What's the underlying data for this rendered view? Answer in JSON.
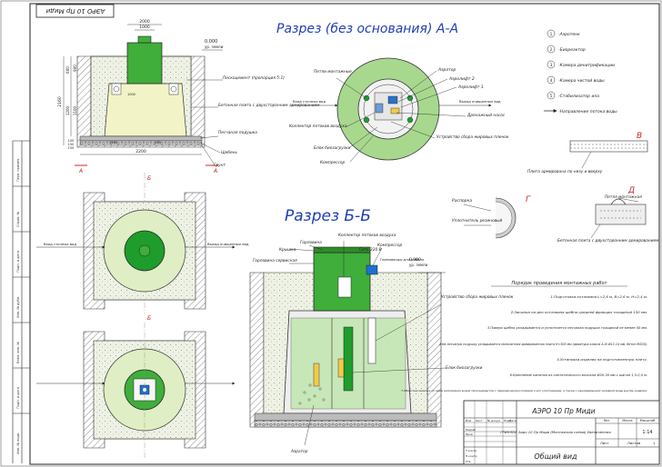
{
  "corner_stamp": "АЭРО 10 Пр Миди",
  "section_aa_title": "Разрез (без основания) А-А",
  "section_bb_title": "Разрез Б-Б",
  "legend": [
    {
      "num": "1",
      "text": "-Аэротенк"
    },
    {
      "num": "2",
      "text": "-Биореактор"
    },
    {
      "num": "3",
      "text": "-Камера денитрификации"
    },
    {
      "num": "4",
      "text": "-Камера чистой воды"
    },
    {
      "num": "5",
      "text": "-Стабилизатор ила"
    },
    {
      "num": "",
      "text": "-Направление потока воды"
    }
  ],
  "dims_left": {
    "d2000": "2000",
    "d1000": "1000",
    "d0000": "0.000",
    "d0000sub": "ур. земли",
    "d2160": "2160",
    "d1200": "1200",
    "d900": "900",
    "d600": "600",
    "d1100": "1100",
    "d100": "100",
    "d150a": "150",
    "d150b": "150",
    "d2200": "2200",
    "d1300": "1300",
    "d200": "200",
    "d1000b": "1000"
  },
  "left_callouts": {
    "sand_cement": "Пескоцемент (пропорция 5:1)",
    "concrete_slab": "Бетонная плита с двухсторонним армированием",
    "sand_cushion": "Песчаная подушка",
    "gravel": "Щебень",
    "soil": "Грунт"
  },
  "aa_labels": {
    "loops": "Петли монтажные",
    "aerator": "Аэратор",
    "airlift2": "Аэролифт 2",
    "airlift1": "Аэролифт 1",
    "drain_pump": "Дренажный насос",
    "collector": "Коллектор потоков воздуха",
    "bio_block": "Блок биозагрузки",
    "fat_device": "Устройство сбора жировых пленок",
    "compressor": "Компрессор",
    "inlet": "Вход сточных вод",
    "outlet": "Выход очищенных вод"
  },
  "plan_labels": {
    "inlet": "Вход сточных вод",
    "outlet": "Выход очищенных вод"
  },
  "section_letters": {
    "a1": "А",
    "a2": "А",
    "b1": "Б",
    "b2": "Б",
    "v": "В",
    "g": "Г",
    "d": "Д"
  },
  "detail_labels": {
    "plate_reinforced": "Плита армирована по низу и вверху",
    "spacer": "Распорка",
    "rubber_seal": "Уплотнитель резиновый",
    "mount_loop": "Петля монтажная",
    "concrete_plate": "Бетонная плита с двухсторонним армированием"
  },
  "bb_labels": {
    "neck": "Горловина",
    "lid": "Крышка",
    "neck_hatch": "Горловина сервисная",
    "compressor_unit": "Коллектор потоков воздуха",
    "pump_label": "Сеть 220 В",
    "compressor": "Компрессор",
    "hermetic": "Гермовводы для кабеля",
    "level": "0.000",
    "level_sub": "ур. земли",
    "fat_device": "Устройство сбора жировых пленок",
    "bio_block": "Блок биозагрузки",
    "aerator": "Аэратор"
  },
  "install_title": "Порядок проведения монтажных работ",
  "install_steps": [
    "1.Подготовка котлована L=2,6 м, В=2,6 м, Н=2,4 м.",
    "2.Засыпка на дно котлована щебня средней фракции толщиной 150 мм.",
    "3.Поверх щебня укладывается и уплотняется песчаная подушка толщиной не менее 50 мм.",
    "4.На песчаную подушку укладывается монолитная армированная плита Н=300 мм (арматура класса А-III Ф12-14 мм, бетон М200).",
    "5.Установка изделия на подготовленную плиту.",
    "6.Крепление канатом из синтетического волокна Ф20-30 мм с шагом 1,5-2,0 м.",
    "7.Обратная засыпка по мере наполнения водой пескоцементом с периодическим поливом и его уплотнением, а также с одновременной заливкой воды внутрь изделия."
  ],
  "title_block": {
    "name": "АЭРО 10 Пр Миди",
    "desc": "ГРИНЛОС Аэро 10 Пр Миди (Монтажная схема) Увеличенная",
    "view": "Общий вид",
    "lit_header": "Лит",
    "mass_header": "Масса",
    "scale_header": "Масштаб",
    "scale": "1:14",
    "sheet_label": "Лист",
    "sheets_label": "Листов",
    "sheets_value": "1",
    "rows": [
      "Изм",
      "Лист",
      "№ докум",
      "Подп",
      "Дата"
    ],
    "roles": [
      "Разраб",
      "Пров",
      "Т.контр",
      "Н.контр",
      "Утв"
    ]
  },
  "side_strip": [
    "Инв. № подл.",
    "Подп. и дата",
    "Взам. инв. №",
    "Инв. № дубл.",
    "Подп. и дата",
    "Справ. №",
    "Перв. примен."
  ]
}
